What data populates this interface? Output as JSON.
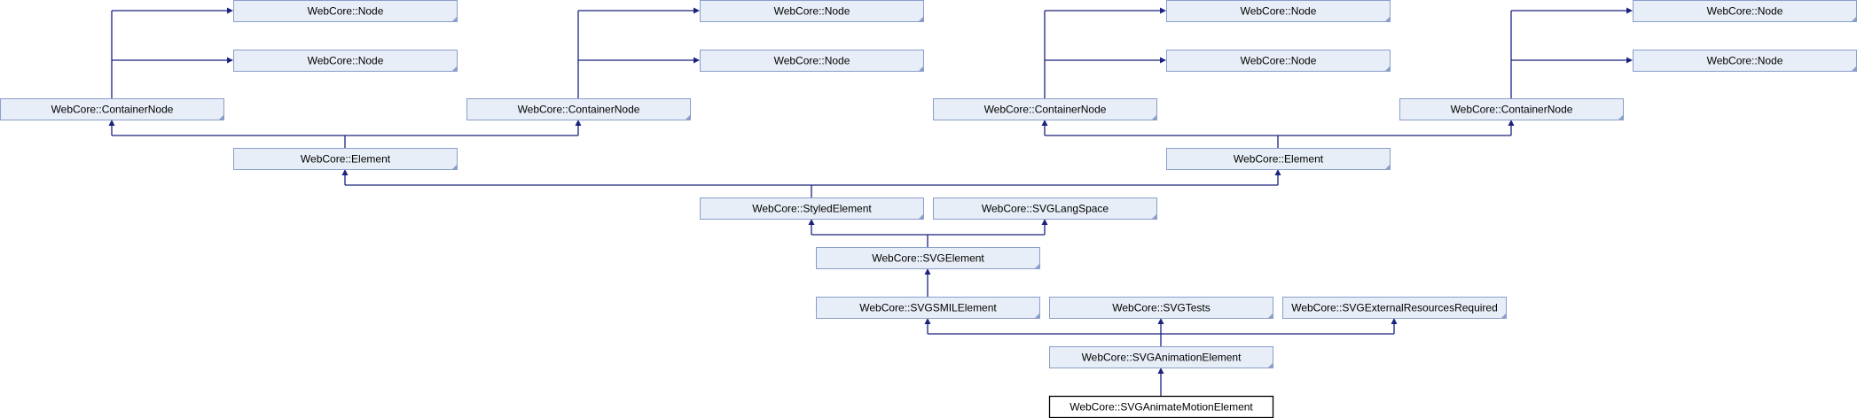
{
  "nodes": [
    {
      "id": "n1",
      "label": "WebCore::Node"
    },
    {
      "id": "n2",
      "label": "WebCore::Node"
    },
    {
      "id": "n3",
      "label": "WebCore::Node"
    },
    {
      "id": "n4",
      "label": "WebCore::Node"
    },
    {
      "id": "n5",
      "label": "WebCore::Node"
    },
    {
      "id": "n6",
      "label": "WebCore::Node"
    },
    {
      "id": "n7",
      "label": "WebCore::Node"
    },
    {
      "id": "n8",
      "label": "WebCore::Node"
    },
    {
      "id": "cn1",
      "label": "WebCore::ContainerNode"
    },
    {
      "id": "cn2",
      "label": "WebCore::ContainerNode"
    },
    {
      "id": "cn3",
      "label": "WebCore::ContainerNode"
    },
    {
      "id": "cn4",
      "label": "WebCore::ContainerNode"
    },
    {
      "id": "el1",
      "label": "WebCore::Element"
    },
    {
      "id": "el2",
      "label": "WebCore::Element"
    },
    {
      "id": "styled",
      "label": "WebCore::StyledElement"
    },
    {
      "id": "langspace",
      "label": "WebCore::SVGLangSpace"
    },
    {
      "id": "svgel",
      "label": "WebCore::SVGElement"
    },
    {
      "id": "smil",
      "label": "WebCore::SVGSMILElement"
    },
    {
      "id": "tests",
      "label": "WebCore::SVGTests"
    },
    {
      "id": "extres",
      "label": "WebCore::SVGExternalResourcesRequired"
    },
    {
      "id": "anim",
      "label": "WebCore::SVGAnimationElement"
    },
    {
      "id": "motion",
      "label": "WebCore::SVGAnimateMotionElement",
      "current": true
    }
  ],
  "edges": [
    {
      "from": "cn1",
      "to": "n1"
    },
    {
      "from": "cn1",
      "to": "n2"
    },
    {
      "from": "cn2",
      "to": "n3"
    },
    {
      "from": "cn2",
      "to": "n4"
    },
    {
      "from": "cn3",
      "to": "n5"
    },
    {
      "from": "cn3",
      "to": "n6"
    },
    {
      "from": "cn4",
      "to": "n7"
    },
    {
      "from": "cn4",
      "to": "n8"
    },
    {
      "from": "el1",
      "to": "cn1"
    },
    {
      "from": "el1",
      "to": "cn2"
    },
    {
      "from": "el2",
      "to": "cn3"
    },
    {
      "from": "el2",
      "to": "cn4"
    },
    {
      "from": "styled",
      "to": "el1"
    },
    {
      "from": "styled",
      "to": "el2"
    },
    {
      "from": "svgel",
      "to": "styled"
    },
    {
      "from": "svgel",
      "to": "langspace"
    },
    {
      "from": "smil",
      "to": "svgel"
    },
    {
      "from": "anim",
      "to": "smil"
    },
    {
      "from": "anim",
      "to": "tests"
    },
    {
      "from": "anim",
      "to": "extres"
    },
    {
      "from": "motion",
      "to": "anim"
    }
  ],
  "colors": {
    "node_fill": "#e8eef7",
    "node_stroke": "#8a9ecb",
    "edge": "#1a237e",
    "current_stroke": "#000000"
  }
}
